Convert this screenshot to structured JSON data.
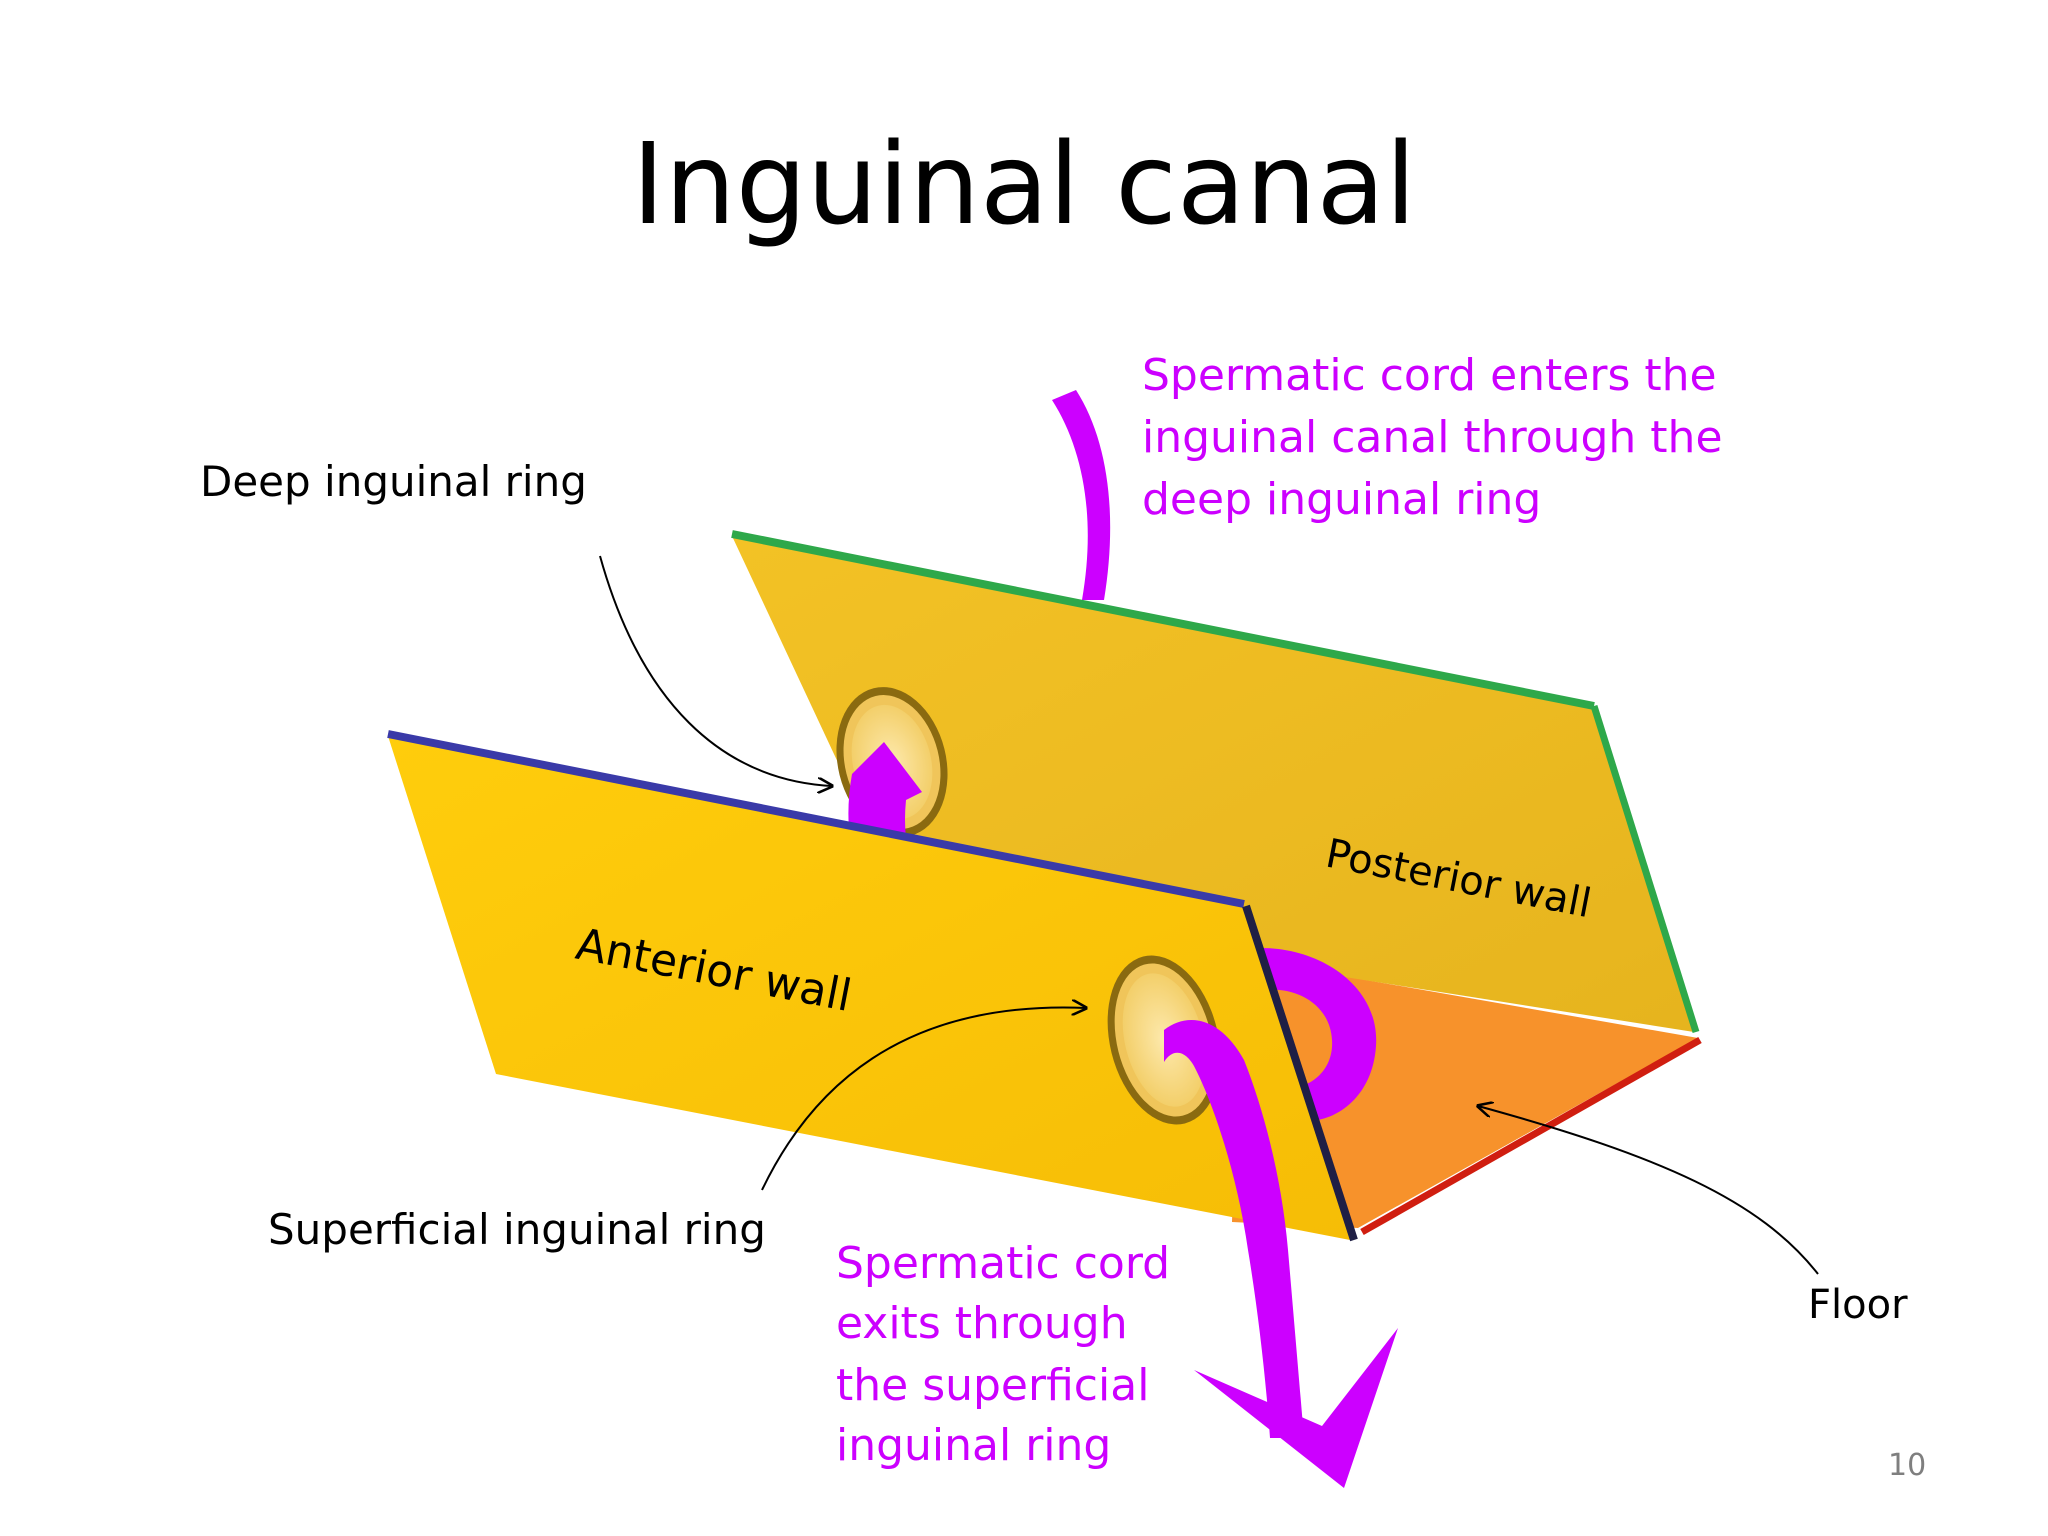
{
  "slide": {
    "title": "Inguinal canal",
    "page_number": "10"
  },
  "labels": {
    "deep_ring": "Deep inguinal ring",
    "superficial_ring": "Superficial inguinal ring",
    "floor": "Floor",
    "anterior_wall": "Anterior wall",
    "posterior_wall": "Posterior wall"
  },
  "captions": {
    "enters": [
      "Spermatic cord enters the",
      "inguinal canal through the",
      "deep inguinal ring"
    ],
    "exits": [
      "Spermatic cord",
      "exits through",
      "the superficial",
      "inguinal ring"
    ]
  },
  "colors": {
    "cord": "#cc00ff",
    "anterior_wall": "#fcc70c",
    "posterior_wall": "#f0be22",
    "floor": "#f7922b",
    "anterior_edge": "#3a3aa8",
    "posterior_edge": "#2ea84a",
    "floor_edge": "#d01e10",
    "ring_fill": "#fbe39a",
    "ring_rim": "#8a6a10"
  }
}
